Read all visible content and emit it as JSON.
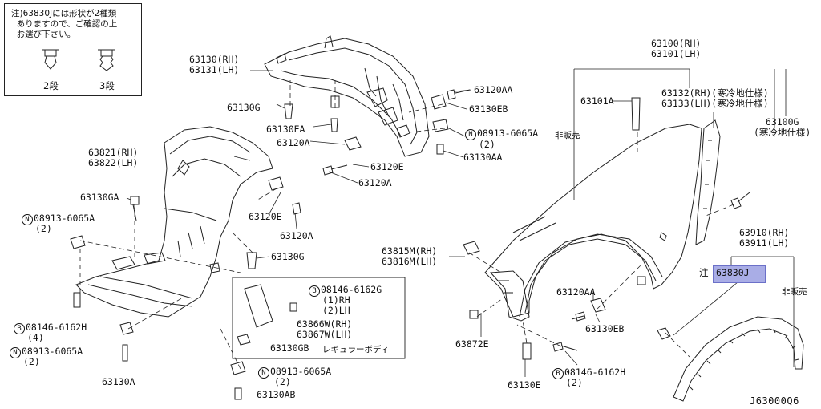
{
  "note": {
    "text": "注)63830Jには形状が2種類\n  ありますので、ご確認の上\n  お選び下さい。",
    "clip_2_label": "2段",
    "clip_3_label": "3段"
  },
  "labels": {
    "p63130_63131": "63130(RH)\n63131(LH)",
    "p63130G_top": "63130G",
    "p63130EA": "63130EA",
    "p63120A_1": "63120A",
    "p63120E_1": "63120E",
    "p63120A_2": "63120A",
    "p63120AA_top": "63120AA",
    "p63130EB_top": "63130EB",
    "p08913_top": "08913-6065A",
    "p08913_top_qty": "(2)",
    "p63130AA_top": "63130AA",
    "p63821": "63821(RH)\n63822(LH)",
    "p63130GA": "63130GA",
    "p08913_left": "08913-6065A",
    "p08913_left_qty": "(2)",
    "p63120E_2": "63120E",
    "p63120A_3": "63120A",
    "p63130G_mid": "63130G",
    "p08146_mid": "08146-6162G",
    "p08146_mid_qty": "(1)RH\n(2)LH",
    "p63866": "63866W(RH)\n63867W(LH)",
    "p63130GB": "63130GB",
    "regular_body": "レギュラーボディ",
    "p08146_left": "08146-6162H",
    "p08146_left_qty": "(4)",
    "p08913_left2": "08913-6065A",
    "p08913_left2_qty": "(2)",
    "p63130A": "63130A",
    "p08913_bottom": "08913-6065A",
    "p08913_bottom_qty": "(2)",
    "p63130AB": "63130AB",
    "p63815": "63815M(RH)\n63816M(LH)",
    "p63872E": "63872E",
    "p63120AA_mid": "63120AA",
    "p63130EB_mid": "63130EB",
    "p63130E": "63130E",
    "p08146_bottom": "08146-6162H",
    "p08146_bottom_qty": "(2)",
    "p63100": "63100(RH)\n63101(LH)",
    "p63101A": "63101A",
    "not_sold_1": "非販売",
    "p63132": "63132(RH)(寒冷地仕様)\n63133(LH)(寒冷地仕様)",
    "p63100G": "63100G\n(寒冷地仕様)",
    "p63910": "63910(RH)\n63911(LH)",
    "p63830J_prefix": "注",
    "p63830J": "63830J",
    "not_sold_2": "非販売"
  },
  "bolt_symbol": "B",
  "nut_symbol": "N",
  "diagram_code": "J63000Q6",
  "colors": {
    "highlight": "#a9ade6",
    "line": "#222222"
  }
}
